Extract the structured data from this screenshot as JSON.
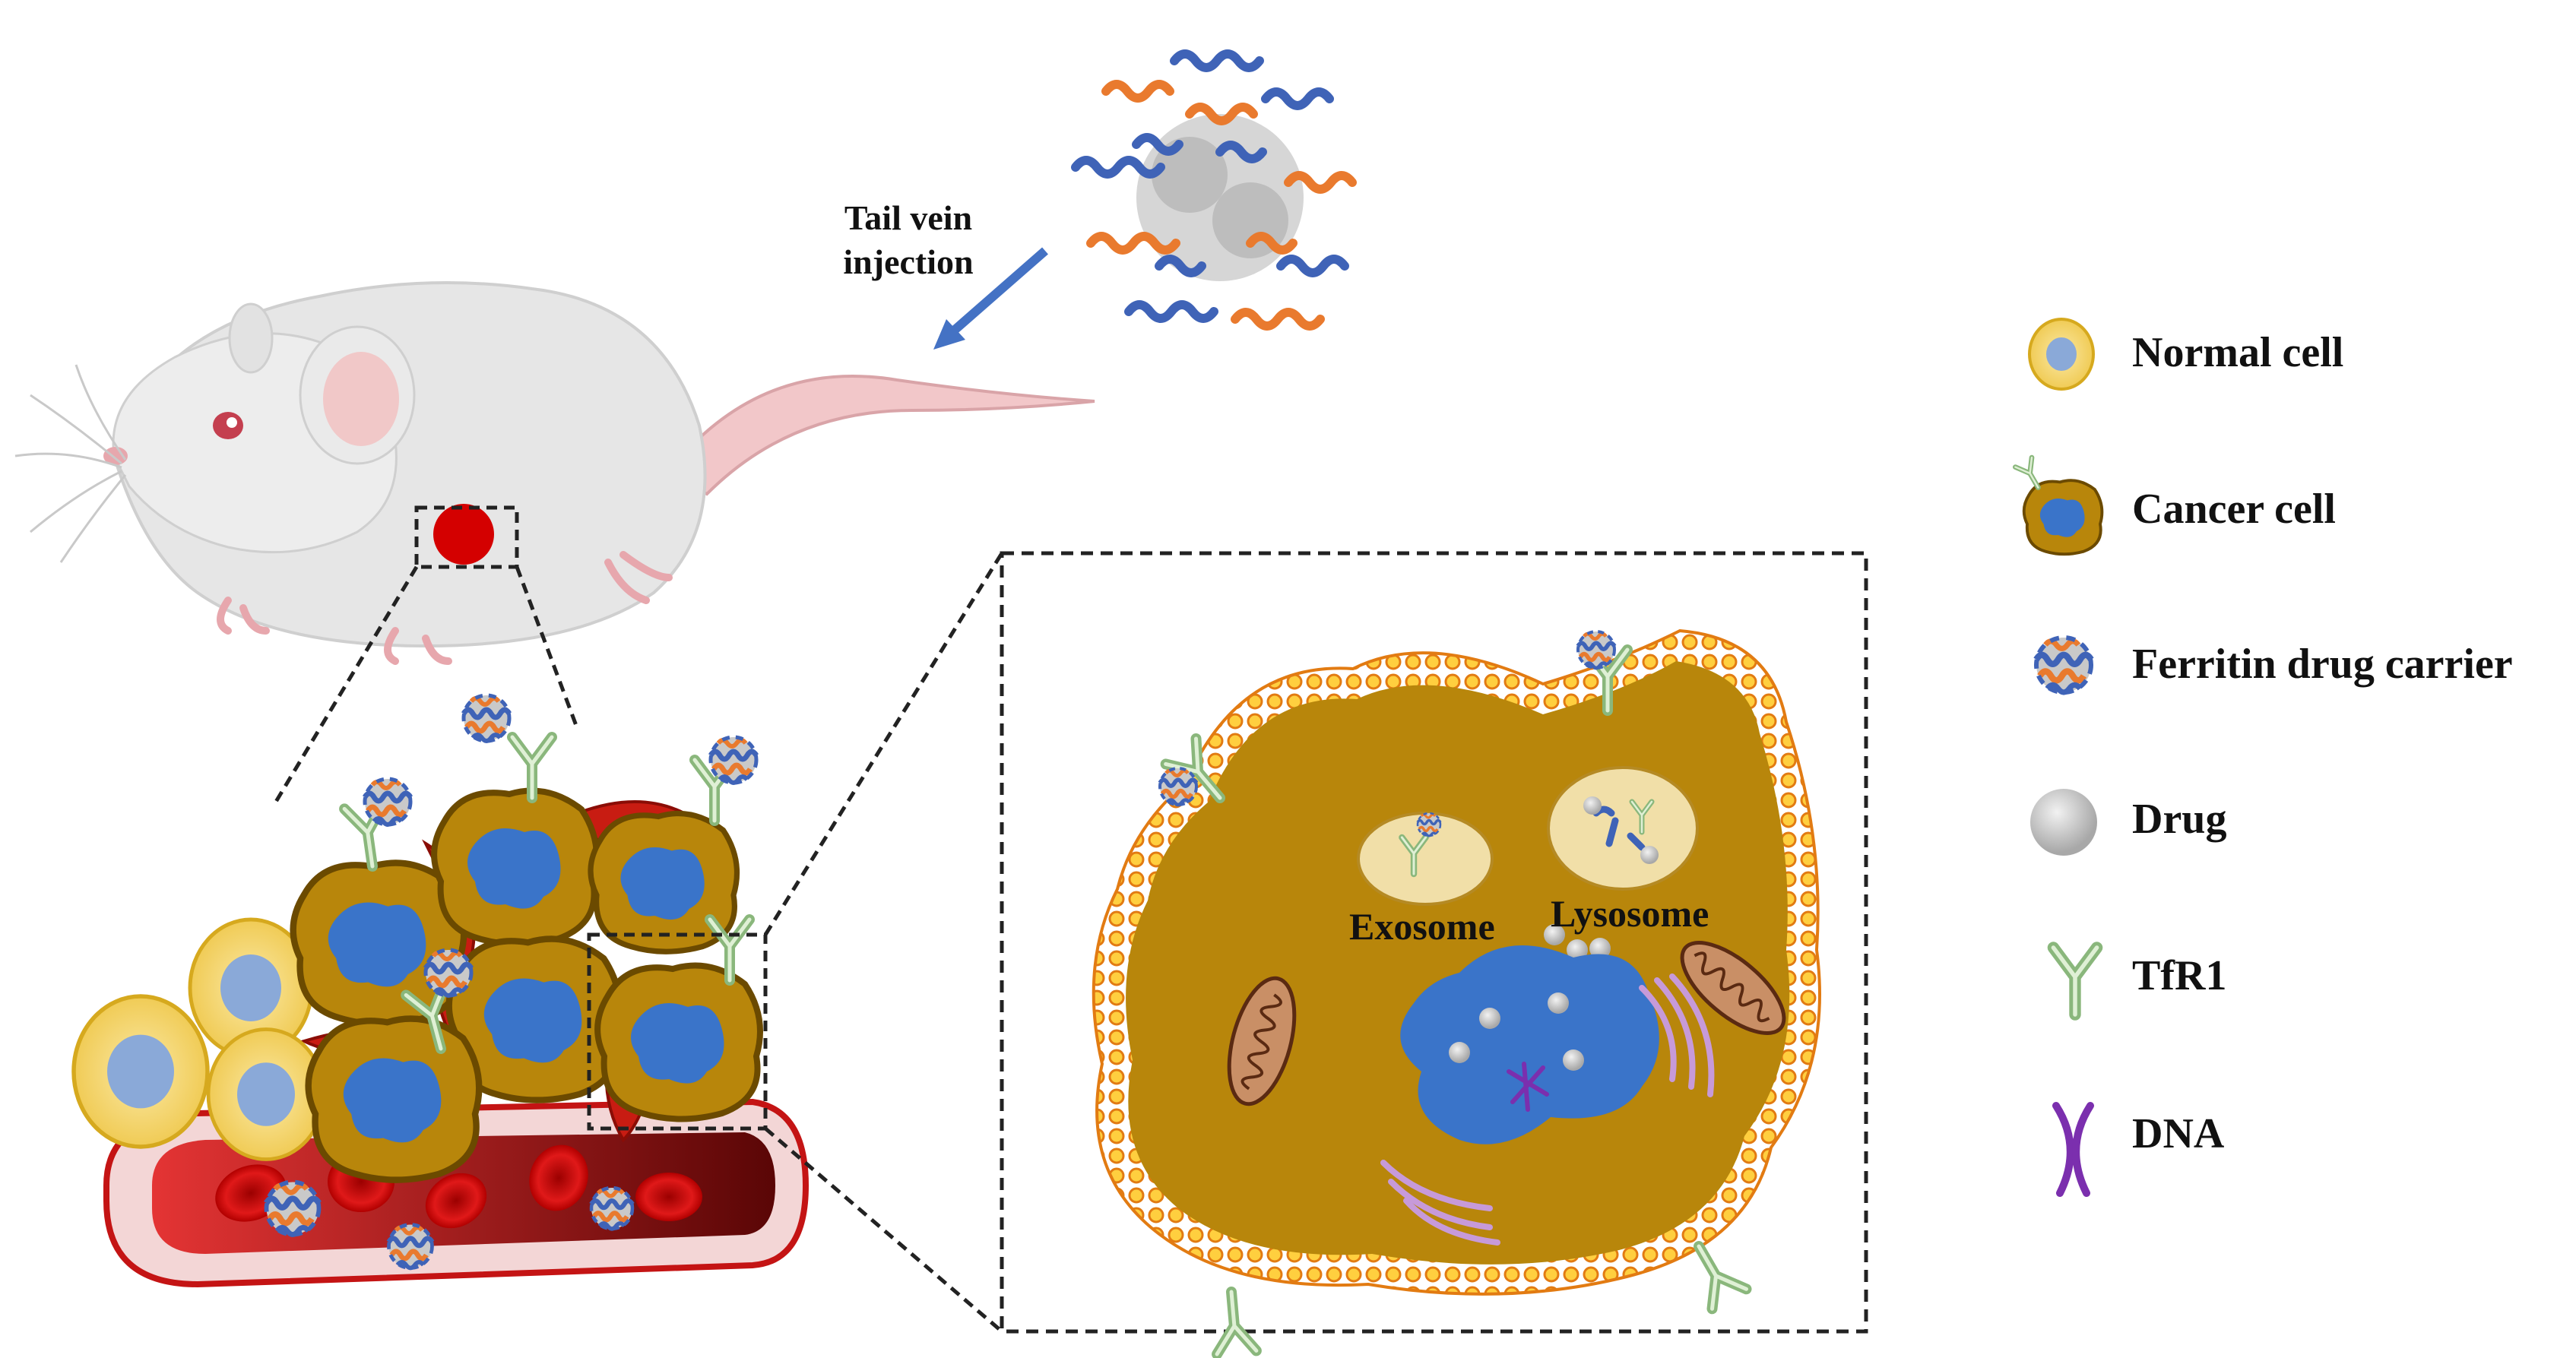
{
  "injection": {
    "line1": "Tail vein",
    "line2": "injection"
  },
  "organelles": {
    "exosome": "Exosome",
    "lysosome": "Lysosome"
  },
  "legend": {
    "items": [
      {
        "key": "normal_cell",
        "label": "Normal cell"
      },
      {
        "key": "cancer_cell",
        "label": "Cancer cell"
      },
      {
        "key": "ferritin_carrier",
        "label": "Ferritin drug carrier"
      },
      {
        "key": "drug",
        "label": "Drug"
      },
      {
        "key": "tfr1",
        "label": "TfR1"
      },
      {
        "key": "dna",
        "label": "DNA"
      }
    ]
  },
  "colors": {
    "cancer_cytoplasm": "#b8860b",
    "cancer_border": "#6b4a00",
    "nucleus": "#3a74c9",
    "normal_cell": "#f3d36b",
    "normal_nucleus": "#8aa9d8",
    "membrane": "#f29a1d",
    "membrane_dot": "#ffd24a",
    "receptor": "#8ab77c",
    "dna": "#7b2fae",
    "tumor": "#d40000",
    "vessel": "#c41414",
    "arrow": "#4472c4",
    "ferritin_blue": "#3f63b7",
    "ferritin_orange": "#e97a2e",
    "drug_gray": "#bdbdbd"
  }
}
